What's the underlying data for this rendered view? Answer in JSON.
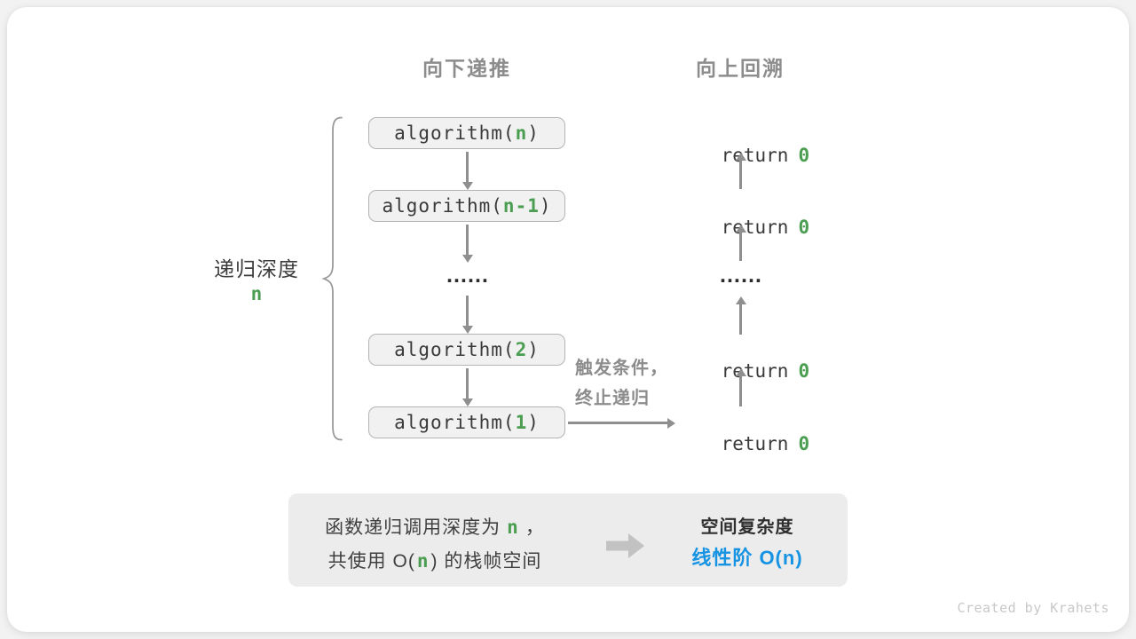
{
  "colors": {
    "green": "#4b9e51",
    "blue": "#1694e3",
    "gray": "#8c8c8c"
  },
  "headers": {
    "down": "向下递推",
    "up": "向上回溯"
  },
  "depth_brace": {
    "label": "递归深度",
    "value": "n"
  },
  "call_stack": {
    "rows": [
      {
        "fn": "algorithm(",
        "arg": "n",
        "close": ")"
      },
      {
        "fn": "algorithm(",
        "arg": "n-1",
        "close": ")"
      },
      {
        "dots": "……"
      },
      {
        "fn": "algorithm(",
        "arg": "2",
        "close": ")"
      },
      {
        "fn": "algorithm(",
        "arg": "1",
        "close": ")"
      }
    ]
  },
  "returns": {
    "rows": [
      {
        "kw": "return",
        "val": "0"
      },
      {
        "kw": "return",
        "val": "0"
      },
      {
        "dots": "……"
      },
      {
        "kw": "return",
        "val": "0"
      },
      {
        "kw": "return",
        "val": "0"
      }
    ]
  },
  "base_case": {
    "line1": "触发条件，",
    "line2": "终止递归"
  },
  "summary": {
    "left": {
      "l1_pre": "函数递归调用深度为",
      "l1_var": "n",
      "l1_post": "，",
      "l2_pre": "共使用 O(",
      "l2_var": "n",
      "l2_post": ") 的栈帧空间"
    },
    "right": {
      "title": "空间复杂度",
      "value": "线性阶 O(n)"
    }
  },
  "watermark": "Created by Krahets"
}
